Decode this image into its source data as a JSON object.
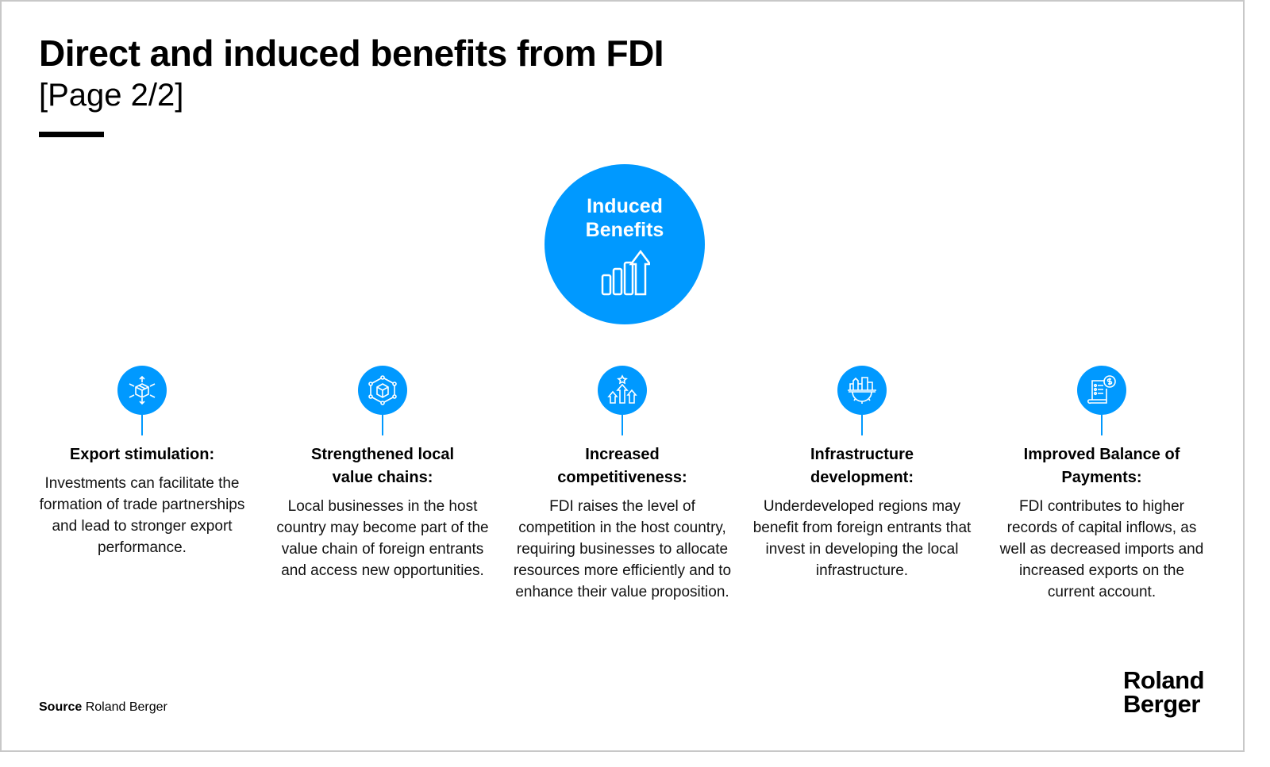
{
  "header": {
    "title": "Direct and induced benefits from FDI",
    "subtitle": "[Page 2/2]"
  },
  "hub": {
    "label_line1": "Induced",
    "label_line2": "Benefits",
    "icon": "bar-chart-growth-icon"
  },
  "colors": {
    "accent": "#0099ff"
  },
  "benefits": [
    {
      "icon": "box-export-arrows-icon",
      "title": "Export stimulation:",
      "body": "Investments can facilitate the formation of trade partnerships and lead to stronger export performance."
    },
    {
      "icon": "box-network-icon",
      "title": "Strengthened local value chains:",
      "body": "Local businesses in the host country may become part of the value chain of foreign entrants and access new opportunities."
    },
    {
      "icon": "arrows-up-star-icon",
      "title": "Increased competitiveness:",
      "body": "FDI raises the level of competition in the host country, requiring businesses to allocate resources more efficiently and to enhance their value proposition."
    },
    {
      "icon": "city-gear-icon",
      "title": "Infrastructure development:",
      "body": "Underdeveloped regions may benefit from foreign entrants that invest in developing the local infrastructure."
    },
    {
      "icon": "receipt-dollar-icon",
      "title": "Improved Balance of Payments:",
      "body": "FDI contributes to higher records of capital inflows, as well as decreased imports and increased exports on the current account."
    }
  ],
  "footer": {
    "source_label": "Source",
    "source_value": "Roland Berger",
    "logo_line1": "Roland",
    "logo_line2": "Berger"
  }
}
